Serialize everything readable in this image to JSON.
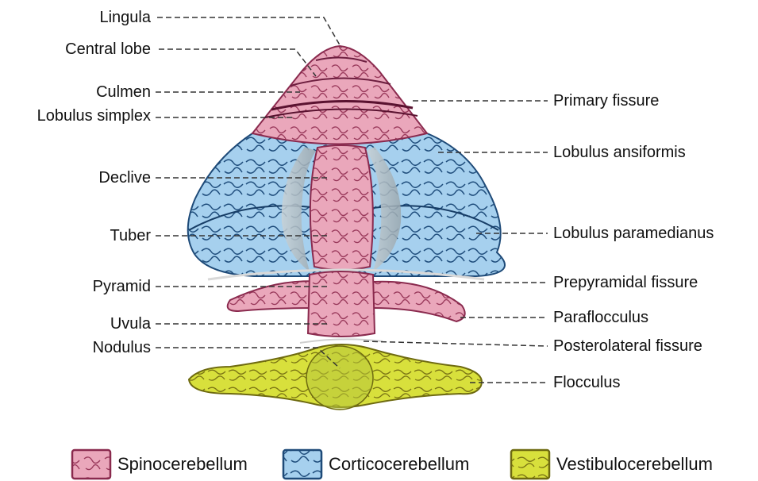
{
  "labels_left": {
    "lingula": "Lingula",
    "central_lobe": "Central lobe",
    "culmen": "Culmen",
    "lobulus_simplex": "Lobulus simplex",
    "declive": "Declive",
    "tuber": "Tuber",
    "pyramid": "Pyramid",
    "uvula": "Uvula",
    "nodulus": "Nodulus"
  },
  "labels_right": {
    "primary_fissure": "Primary fissure",
    "lobulus_ansiformis": "Lobulus ansiformis",
    "lobulus_paramedianus": "Lobulus paramedianus",
    "prepyramidal_fissure": "Prepyramidal fissure",
    "paraflocculus": "Paraflocculus",
    "posterolateral_fissure": "Posterolateral fissure",
    "flocculus": "Flocculus"
  },
  "legend": [
    {
      "label": "Spinocerebellum",
      "color": "#e8a0b4"
    },
    {
      "label": "Corticocerebellum",
      "color": "#9fcbeb"
    },
    {
      "label": "Vestibulocerebellum",
      "color": "#d6df3a"
    }
  ],
  "colors": {
    "spino": "#e8a0b4",
    "spino_dark": "#8a2a4e",
    "cortico": "#9fcbeb",
    "cortico_dark": "#1e4a78",
    "vestibulo": "#d6df3a",
    "vestibulo_dark": "#6e6a10"
  }
}
